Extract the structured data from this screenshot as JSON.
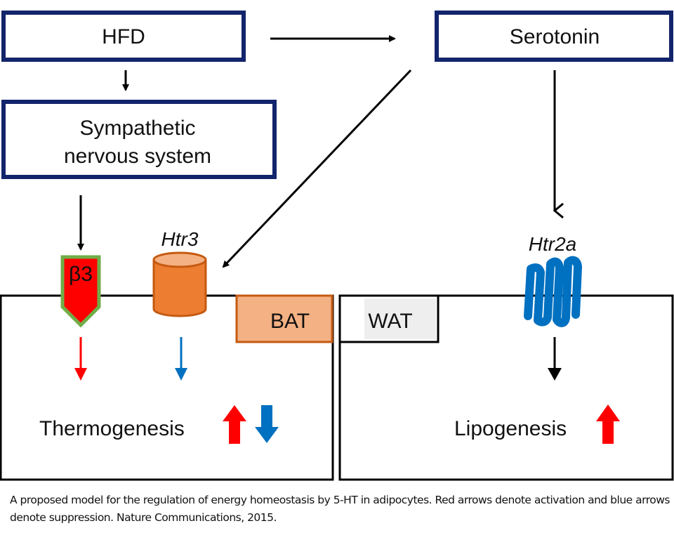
{
  "nodes": {
    "hfd": "HFD",
    "serotonin": "Serotonin",
    "sns_line1": "Sympathetic",
    "sns_line2": "nervous system"
  },
  "receptors": {
    "beta3": "β3",
    "htr3": "Htr3",
    "htr2a": "Htr2a"
  },
  "tissues": {
    "bat": "BAT",
    "wat": "WAT"
  },
  "outcomes": {
    "bat": "Thermogenesis",
    "wat": "Lipogenesis"
  },
  "colors": {
    "box_border": "#12246b",
    "activation": "#ff0000",
    "suppression": "#0070c0",
    "htr3_fill": "#ed7d31",
    "bat_fill": "#f4b183",
    "bat_border": "#c55a11",
    "wat_fill": "#eeeeee",
    "beta3_border": "#70ad47"
  },
  "caption": "A proposed model for the regulation of energy homeostasis by 5-HT in adipocytes. Red arrows denote activation and blue arrows denote suppression. Nature Communications, 2015."
}
